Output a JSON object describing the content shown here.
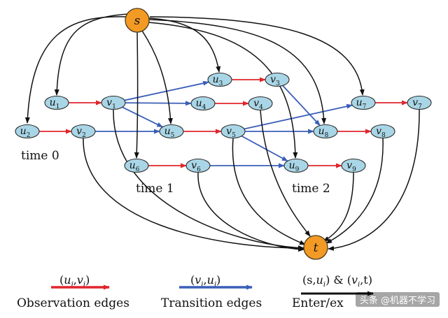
{
  "diagram": {
    "source_label": "s",
    "sink_label": "t",
    "nodes": [
      {
        "id": "s",
        "label": "s",
        "kind": "terminal"
      },
      {
        "id": "t",
        "label": "t",
        "kind": "terminal"
      },
      {
        "id": "u1",
        "label": "u",
        "sub": "1",
        "kind": "node"
      },
      {
        "id": "v1",
        "label": "v",
        "sub": "1",
        "kind": "node"
      },
      {
        "id": "u2",
        "label": "u",
        "sub": "2",
        "kind": "node"
      },
      {
        "id": "v2",
        "label": "v",
        "sub": "2",
        "kind": "node"
      },
      {
        "id": "u3",
        "label": "u",
        "sub": "3",
        "kind": "node"
      },
      {
        "id": "v3",
        "label": "v",
        "sub": "3",
        "kind": "node"
      },
      {
        "id": "u4",
        "label": "u",
        "sub": "4",
        "kind": "node"
      },
      {
        "id": "v4",
        "label": "v",
        "sub": "4",
        "kind": "node"
      },
      {
        "id": "u5",
        "label": "u",
        "sub": "5",
        "kind": "node"
      },
      {
        "id": "v5",
        "label": "v",
        "sub": "5",
        "kind": "node"
      },
      {
        "id": "u6",
        "label": "u",
        "sub": "6",
        "kind": "node"
      },
      {
        "id": "v6",
        "label": "v",
        "sub": "6",
        "kind": "node"
      },
      {
        "id": "u7",
        "label": "u",
        "sub": "7",
        "kind": "node"
      },
      {
        "id": "v7",
        "label": "v",
        "sub": "7",
        "kind": "node"
      },
      {
        "id": "u8",
        "label": "u",
        "sub": "8",
        "kind": "node"
      },
      {
        "id": "v8",
        "label": "v",
        "sub": "8",
        "kind": "node"
      },
      {
        "id": "u9",
        "label": "u",
        "sub": "9",
        "kind": "node"
      },
      {
        "id": "v9",
        "label": "v",
        "sub": "9",
        "kind": "node"
      }
    ],
    "edges": [
      {
        "from": "u1",
        "to": "v1",
        "type": "observation"
      },
      {
        "from": "u2",
        "to": "v2",
        "type": "observation"
      },
      {
        "from": "u3",
        "to": "v3",
        "type": "observation"
      },
      {
        "from": "u4",
        "to": "v4",
        "type": "observation"
      },
      {
        "from": "u5",
        "to": "v5",
        "type": "observation"
      },
      {
        "from": "u6",
        "to": "v6",
        "type": "observation"
      },
      {
        "from": "u7",
        "to": "v7",
        "type": "observation"
      },
      {
        "from": "u8",
        "to": "v8",
        "type": "observation"
      },
      {
        "from": "u9",
        "to": "v9",
        "type": "observation"
      },
      {
        "from": "v1",
        "to": "u3",
        "type": "transition"
      },
      {
        "from": "v1",
        "to": "u4",
        "type": "transition"
      },
      {
        "from": "v1",
        "to": "u5",
        "type": "transition"
      },
      {
        "from": "v2",
        "to": "u5",
        "type": "transition"
      },
      {
        "from": "v3",
        "to": "u8",
        "type": "transition"
      },
      {
        "from": "v5",
        "to": "u7",
        "type": "transition"
      },
      {
        "from": "v5",
        "to": "u8",
        "type": "transition"
      },
      {
        "from": "v5",
        "to": "u9",
        "type": "transition"
      },
      {
        "from": "v6",
        "to": "u9",
        "type": "transition"
      },
      {
        "from": "s",
        "to": "u1",
        "type": "enter"
      },
      {
        "from": "s",
        "to": "u2",
        "type": "enter"
      },
      {
        "from": "s",
        "to": "u3",
        "type": "enter"
      },
      {
        "from": "s",
        "to": "u5",
        "type": "enter"
      },
      {
        "from": "s",
        "to": "u6",
        "type": "enter"
      },
      {
        "from": "s",
        "to": "u7",
        "type": "enter"
      },
      {
        "from": "s",
        "to": "u8",
        "type": "enter"
      },
      {
        "from": "s",
        "to": "u9",
        "type": "enter"
      },
      {
        "from": "v1",
        "to": "t",
        "type": "exit"
      },
      {
        "from": "v2",
        "to": "t",
        "type": "exit"
      },
      {
        "from": "v4",
        "to": "t",
        "type": "exit"
      },
      {
        "from": "v5",
        "to": "t",
        "type": "exit"
      },
      {
        "from": "v6",
        "to": "t",
        "type": "exit"
      },
      {
        "from": "v7",
        "to": "t",
        "type": "exit"
      },
      {
        "from": "v8",
        "to": "t",
        "type": "exit"
      },
      {
        "from": "v9",
        "to": "t",
        "type": "exit"
      }
    ],
    "time_labels": [
      "time 0",
      "time 1",
      "time 2"
    ]
  },
  "legend": [
    {
      "formula_parts": [
        "(",
        "u",
        "i",
        ",",
        "v",
        "i",
        ")"
      ],
      "caption": "Observation edges",
      "type": "observation"
    },
    {
      "formula_parts": [
        "(",
        "v",
        "i",
        ",",
        "u",
        "j",
        ")"
      ],
      "caption": "Transition edges",
      "type": "transition"
    },
    {
      "formula_parts": [
        "(s,",
        "u",
        "i",
        ") & (",
        "v",
        "i",
        ",t)"
      ],
      "caption": "Enter/ex",
      "type": "enter_exit"
    }
  ],
  "colors": {
    "observation": "#e0262c",
    "transition": "#3a5fb8",
    "enter_exit": "#111111",
    "node_fill": "#a9d6e6",
    "node_stroke": "#2c2c2c",
    "terminal_fill": "#f39a25",
    "terminal_stroke": "#4a3a1a"
  },
  "watermark": "头条 @机器不学习"
}
